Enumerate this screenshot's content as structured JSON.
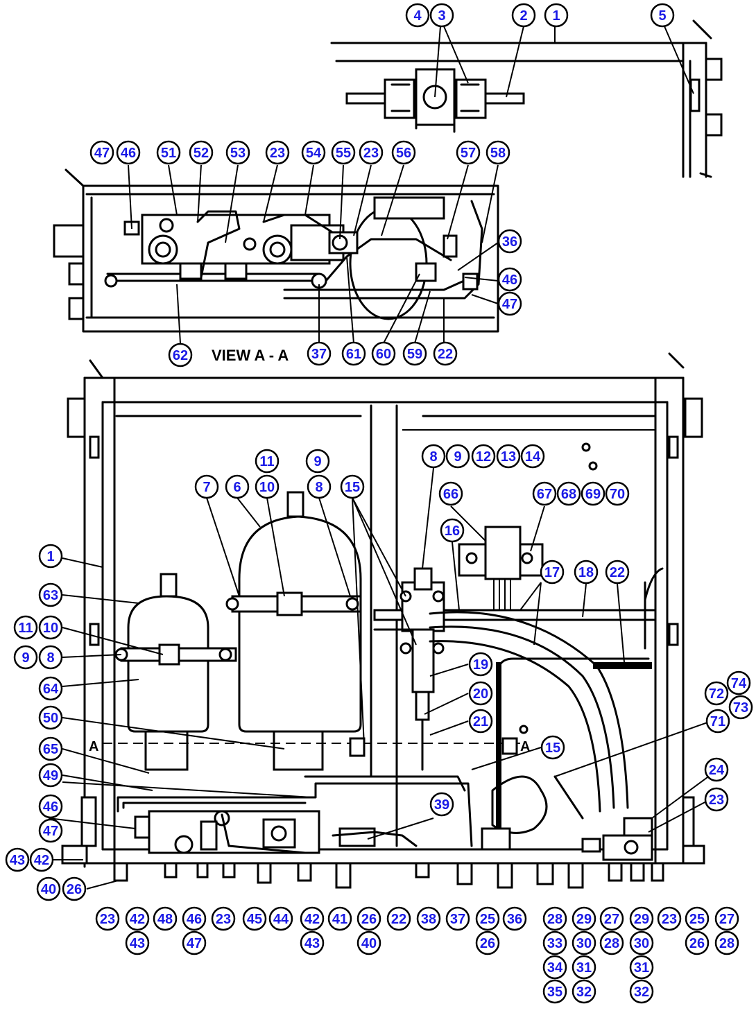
{
  "view_label": "VIEW A - A",
  "section_marks": [
    "A",
    "A"
  ],
  "callouts": [
    {
      "n": "4"
    },
    {
      "n": "3"
    },
    {
      "n": "2"
    },
    {
      "n": "1"
    },
    {
      "n": "5"
    },
    {
      "n": "47"
    },
    {
      "n": "46"
    },
    {
      "n": "51"
    },
    {
      "n": "52"
    },
    {
      "n": "53"
    },
    {
      "n": "23"
    },
    {
      "n": "54"
    },
    {
      "n": "55"
    },
    {
      "n": "23"
    },
    {
      "n": "56"
    },
    {
      "n": "57"
    },
    {
      "n": "58"
    },
    {
      "n": "36"
    },
    {
      "n": "46"
    },
    {
      "n": "47"
    },
    {
      "n": "62"
    },
    {
      "n": "37"
    },
    {
      "n": "61"
    },
    {
      "n": "60"
    },
    {
      "n": "59"
    },
    {
      "n": "22"
    },
    {
      "n": "11"
    },
    {
      "n": "9"
    },
    {
      "n": "8"
    },
    {
      "n": "9"
    },
    {
      "n": "12"
    },
    {
      "n": "13"
    },
    {
      "n": "14"
    },
    {
      "n": "7"
    },
    {
      "n": "6"
    },
    {
      "n": "10"
    },
    {
      "n": "8"
    },
    {
      "n": "15"
    },
    {
      "n": "66"
    },
    {
      "n": "67"
    },
    {
      "n": "68"
    },
    {
      "n": "69"
    },
    {
      "n": "70"
    },
    {
      "n": "16"
    },
    {
      "n": "1"
    },
    {
      "n": "17"
    },
    {
      "n": "18"
    },
    {
      "n": "22"
    },
    {
      "n": "63"
    },
    {
      "n": "11"
    },
    {
      "n": "10"
    },
    {
      "n": "9"
    },
    {
      "n": "8"
    },
    {
      "n": "64"
    },
    {
      "n": "19"
    },
    {
      "n": "20"
    },
    {
      "n": "21"
    },
    {
      "n": "74"
    },
    {
      "n": "72"
    },
    {
      "n": "73"
    },
    {
      "n": "71"
    },
    {
      "n": "50"
    },
    {
      "n": "65"
    },
    {
      "n": "15"
    },
    {
      "n": "49"
    },
    {
      "n": "24"
    },
    {
      "n": "23"
    },
    {
      "n": "39"
    },
    {
      "n": "46"
    },
    {
      "n": "47"
    },
    {
      "n": "43"
    },
    {
      "n": "42"
    },
    {
      "n": "40"
    },
    {
      "n": "26"
    },
    {
      "n": "23"
    },
    {
      "n": "42"
    },
    {
      "n": "48"
    },
    {
      "n": "46"
    },
    {
      "n": "23"
    },
    {
      "n": "45"
    },
    {
      "n": "44"
    },
    {
      "n": "42"
    },
    {
      "n": "41"
    },
    {
      "n": "26"
    },
    {
      "n": "22"
    },
    {
      "n": "38"
    },
    {
      "n": "37"
    },
    {
      "n": "25"
    },
    {
      "n": "36"
    },
    {
      "n": "28"
    },
    {
      "n": "29"
    },
    {
      "n": "27"
    },
    {
      "n": "29"
    },
    {
      "n": "23"
    },
    {
      "n": "25"
    },
    {
      "n": "27"
    },
    {
      "n": "43"
    },
    {
      "n": "47"
    },
    {
      "n": "43"
    },
    {
      "n": "40"
    },
    {
      "n": "26"
    },
    {
      "n": "33"
    },
    {
      "n": "30"
    },
    {
      "n": "28"
    },
    {
      "n": "30"
    },
    {
      "n": "26"
    },
    {
      "n": "28"
    },
    {
      "n": "34"
    },
    {
      "n": "31"
    },
    {
      "n": "31"
    },
    {
      "n": "35"
    },
    {
      "n": "32"
    },
    {
      "n": "32"
    }
  ]
}
